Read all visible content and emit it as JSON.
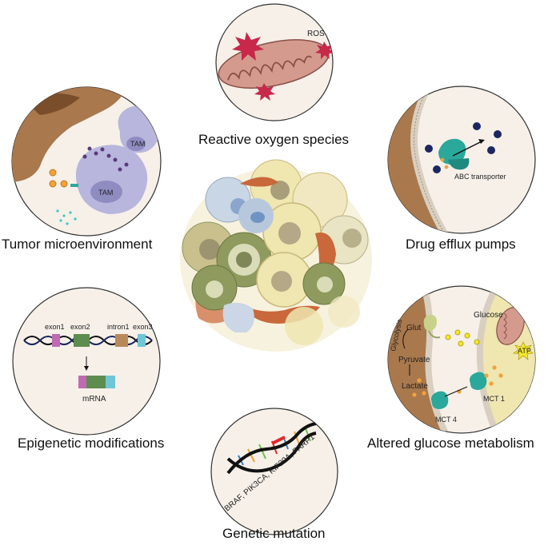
{
  "captions": {
    "ros": "Reactive oxygen species",
    "tme": "Tumor microenvironment",
    "efflux": "Drug efflux pumps",
    "epigenetic": "Epigenetic modifications",
    "glucose": "Altered glucose metabolism",
    "genetic": "Genetic mutation"
  },
  "ros": {
    "label": "ROS"
  },
  "tme": {
    "tam_large": "TAM",
    "tam_small": "TAM"
  },
  "efflux": {
    "transporter": "ABC transporter"
  },
  "glucose_panel": {
    "glucose": "Glucose",
    "glut": "Glut",
    "glycolysis": "Glycolysis",
    "pyruvate": "Pyruvate",
    "lactate": "Lactate",
    "mct4": "MCT 4",
    "mct1": "MCT 1",
    "atp": "ATP"
  },
  "epigenetic_panel": {
    "exon1": "exon1",
    "exon2": "exon2",
    "intron1": "intron1",
    "exon3": "exon3",
    "mrna": "mRNA"
  },
  "genetic_panel": {
    "genes": "BRAF, PIK3CA, KIF20A, PARP1"
  },
  "colors": {
    "circle_bg": "#f6f0e9",
    "mitochondria": "#d49a8e",
    "ros_star": "#c8284a",
    "cell_brown": "#a9784c",
    "tam_purple": "#b8b6dc",
    "abc_teal": "#2aa89b",
    "drug_navy": "#1c2760",
    "olive_cell": "#8e9a5e",
    "yellow_cell": "#efe6b0",
    "orange_cell": "#c9683a"
  }
}
